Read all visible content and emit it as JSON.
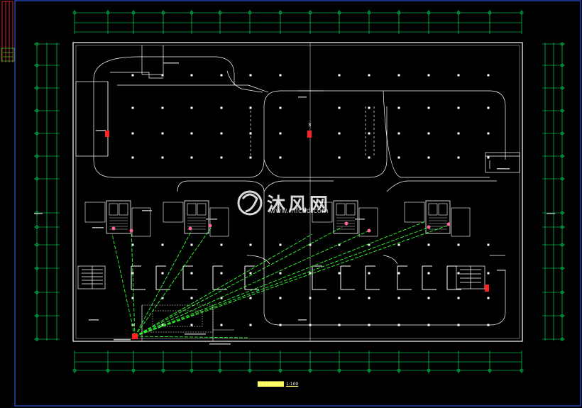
{
  "drawing": {
    "watermark_text": "沐风网",
    "watermark_sub": "www.mfcad.com",
    "section_mark": "3",
    "title_scale": "1:100"
  },
  "colors": {
    "background": "#000000",
    "wall": "#ffffff",
    "dimension": "#00ff66",
    "border": "#3366ff",
    "equipment": "#ff2222",
    "wiring": "#33ff33",
    "frame_red": "#ff3333",
    "title": "#ffff66"
  }
}
